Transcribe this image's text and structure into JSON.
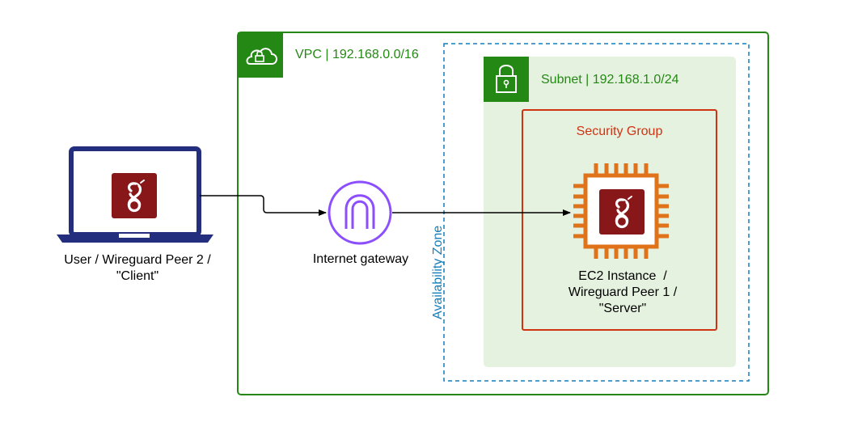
{
  "vpc": {
    "title": "VPC | 192.168.0.0/16",
    "color": "#248814"
  },
  "availability_zone": {
    "title": "Availability Zone",
    "color": "#147eba"
  },
  "subnet": {
    "title": "Subnet | 192.168.1.0/24",
    "color": "#248814",
    "fill": "#e6f2e0"
  },
  "security_group": {
    "title": "Security Group",
    "color": "#d13212"
  },
  "client": {
    "label": "User / Wireguard Peer 2 /\n\"Client\"",
    "icon": "laptop-icon",
    "color": "#232f7e"
  },
  "internet_gateway": {
    "label": "Internet gateway",
    "icon": "internet-gateway-icon",
    "color": "#8c4fff"
  },
  "ec2": {
    "label": "EC2 Instance  /\nWireguard Peer 1 /\n\"Server\"",
    "icon": "ec2-chip-icon",
    "color": "#e07319"
  },
  "wireguard": {
    "icon": "wireguard-logo-icon",
    "color": "#88171a"
  }
}
